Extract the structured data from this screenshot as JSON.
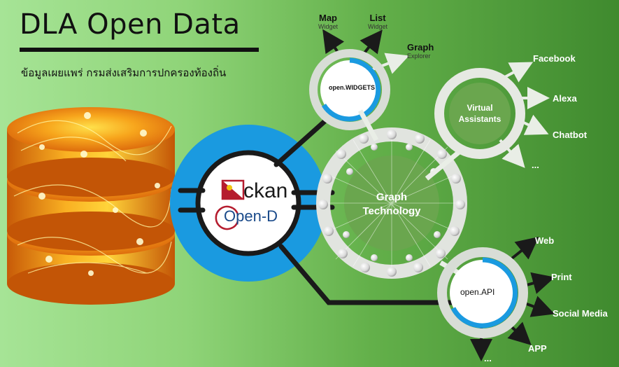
{
  "header": {
    "title": "DLA Open Data",
    "subtitle": "ข้อมูลเผยแพร่ กรมส่งเสริมการปกครองท้องถิ่น"
  },
  "center_logo": {
    "ckan": "ckan",
    "open_d": "Open-D"
  },
  "widgets_hub": {
    "label": "open.WIDGETS",
    "outputs": [
      {
        "name": "Map",
        "sub": "Widget"
      },
      {
        "name": "List",
        "sub": "Widget"
      },
      {
        "name": "Graph",
        "sub": "Explorer"
      }
    ]
  },
  "graph_hub": {
    "line1": "Graph",
    "line2": "Technology"
  },
  "assistants_hub": {
    "line1": "Virtual",
    "line2": "Assistants",
    "outputs": [
      "Facebook",
      "Alexa",
      "Chatbot",
      "..."
    ]
  },
  "api_hub": {
    "label": "open.API",
    "outputs": [
      "Web",
      "Print",
      "Social Media",
      "APP",
      "..."
    ]
  },
  "colors": {
    "accent_blue": "#1a9ae0",
    "db_orange": "#f39c12",
    "ring_gray": "#d8ddd6"
  }
}
